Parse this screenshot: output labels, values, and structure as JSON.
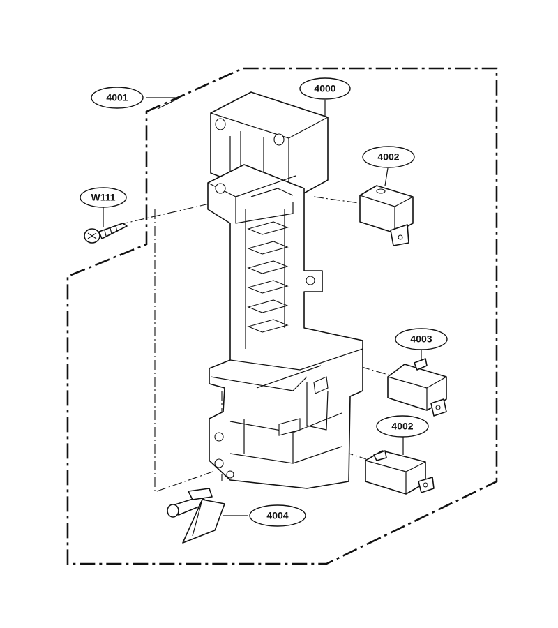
{
  "callouts": {
    "c4000": "4000",
    "c4001": "4001",
    "c4002_top": "4002",
    "c4002_bottom": "4002",
    "c4003": "4003",
    "c4004": "4004",
    "cW111": "W111"
  }
}
